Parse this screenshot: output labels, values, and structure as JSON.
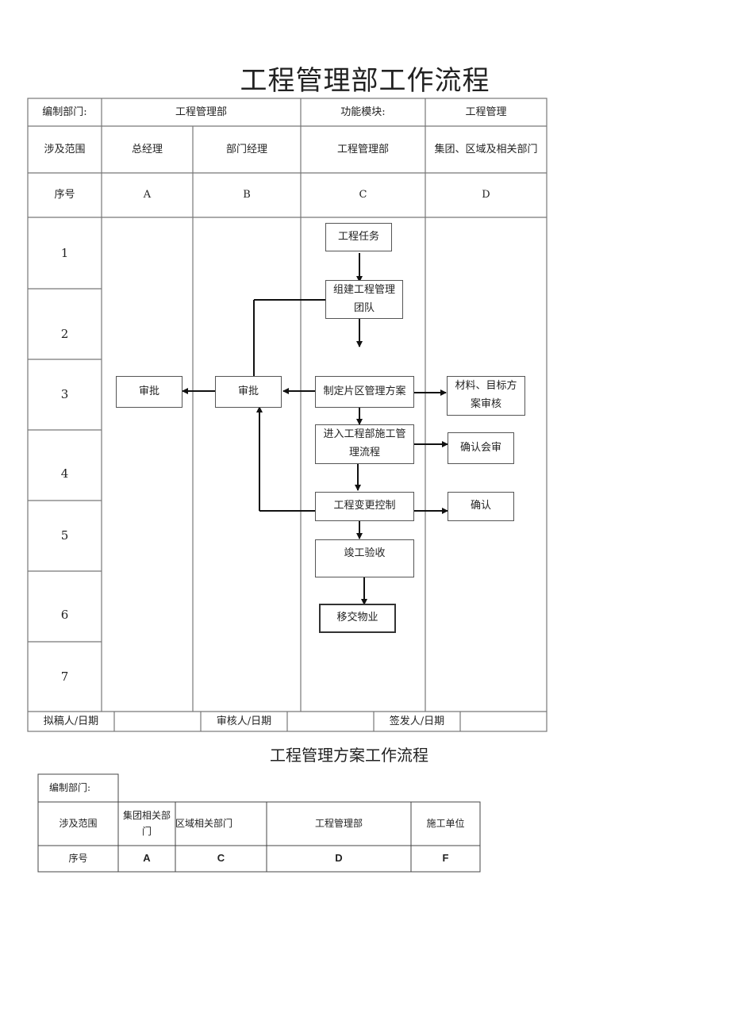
{
  "title": "工程管理部工作流程",
  "table1": {
    "dept_label": "编制部门:",
    "dept_value": "工程管理部",
    "module_label": "功能模块:",
    "module_value": "工程管理",
    "scope_label": "涉及范围",
    "scope": [
      "总经理",
      "部门经理",
      "工程管理部",
      "集团、区域及相关部门"
    ],
    "seq_label": "序号",
    "seq": [
      "A",
      "B",
      "C",
      "D"
    ],
    "rows": [
      "1",
      "2",
      "3",
      "4",
      "5",
      "6",
      "7"
    ],
    "footer": [
      "拟稿人/日期",
      "审核人/日期",
      "签发人/日期"
    ]
  },
  "flow": {
    "engineering_task": "工程任务",
    "build_team": "组建工程管理团队",
    "plan": "制定片区管理方案",
    "approve_b": "审批",
    "approve_a": "审批",
    "materials_review": "材料、目标方案审核",
    "enter_process": "进入工程部施工管理流程",
    "confirm_joint": "确认会审",
    "change_control": "工程变更控制",
    "confirm": "确认",
    "acceptance": "竣工验收",
    "handover": "移交物业"
  },
  "title2": "工程管理方案工作流程",
  "table2": {
    "dept_label": "编制部门:",
    "scope_label": "涉及范围",
    "scope": [
      "集团相关部门",
      "区域相关部门",
      "工程管理部",
      "施工单位"
    ],
    "seq_label": "序号",
    "seq": [
      "A",
      "C",
      "D",
      "F"
    ]
  }
}
